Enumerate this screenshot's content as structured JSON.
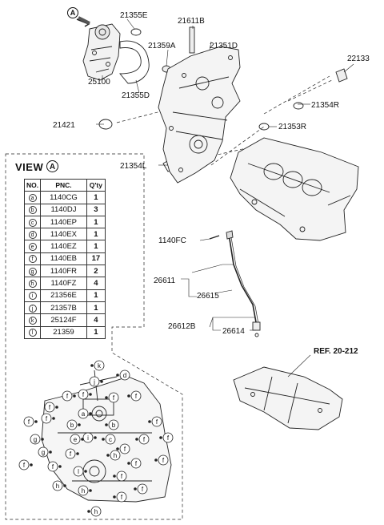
{
  "callouts": {
    "p21355E": "21355E",
    "p21611B": "21611B",
    "p21359A": "21359A",
    "p21351D": "21351D",
    "p22133": "22133",
    "p25100": "25100",
    "p21355D": "21355D",
    "p21354R": "21354R",
    "p21421": "21421",
    "p21353R": "21353R",
    "p21354L": "21354L",
    "p1140FC": "1140FC",
    "p26611": "26611",
    "p26615": "26615",
    "p26612B": "26612B",
    "p26614": "26614"
  },
  "ref_label": "REF. 20-212",
  "view_tag": "A",
  "view": {
    "title": "VIEW",
    "letter": "A",
    "headers": {
      "no": "NO.",
      "pnc": "PNC.",
      "qty": "Q'ty"
    },
    "rows": [
      {
        "no": "a",
        "pnc": "1140CG",
        "qty": "1"
      },
      {
        "no": "b",
        "pnc": "1140DJ",
        "qty": "3"
      },
      {
        "no": "c",
        "pnc": "1140EP",
        "qty": "1"
      },
      {
        "no": "d",
        "pnc": "1140EX",
        "qty": "1"
      },
      {
        "no": "e",
        "pnc": "1140EZ",
        "qty": "1"
      },
      {
        "no": "f",
        "pnc": "1140EB",
        "qty": "17"
      },
      {
        "no": "g",
        "pnc": "1140FR",
        "qty": "2"
      },
      {
        "no": "h",
        "pnc": "1140FZ",
        "qty": "4"
      },
      {
        "no": "i",
        "pnc": "21356E",
        "qty": "1"
      },
      {
        "no": "j",
        "pnc": "21357B",
        "qty": "1"
      },
      {
        "no": "k",
        "pnc": "25124F",
        "qty": "4"
      },
      {
        "no": "l",
        "pnc": "21359",
        "qty": "1"
      }
    ]
  },
  "bolt_markers": [
    "k",
    "j",
    "d",
    "f",
    "f",
    "f",
    "f",
    "f",
    "a",
    "b",
    "b",
    "i",
    "e",
    "c",
    "f",
    "f",
    "g",
    "g",
    "f",
    "f",
    "f",
    "l",
    "f",
    "f",
    "f",
    "f",
    "f",
    "f",
    "h",
    "h",
    "h",
    "f",
    "f",
    "f",
    "h"
  ]
}
